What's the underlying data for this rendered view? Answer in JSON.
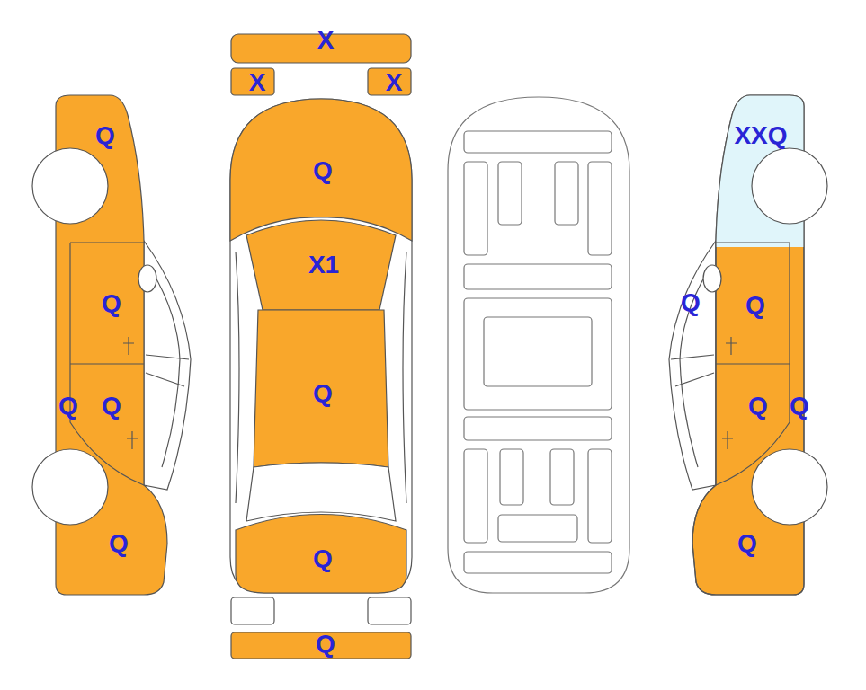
{
  "diagram": {
    "labels": [
      "X",
      "X",
      "X",
      "Q",
      "Q",
      "XXQ",
      "X1",
      "Q",
      "Q",
      "Q",
      "Q",
      "Q",
      "Q",
      "Q",
      "Q",
      "Q",
      "Q",
      "Q",
      "Q"
    ]
  }
}
